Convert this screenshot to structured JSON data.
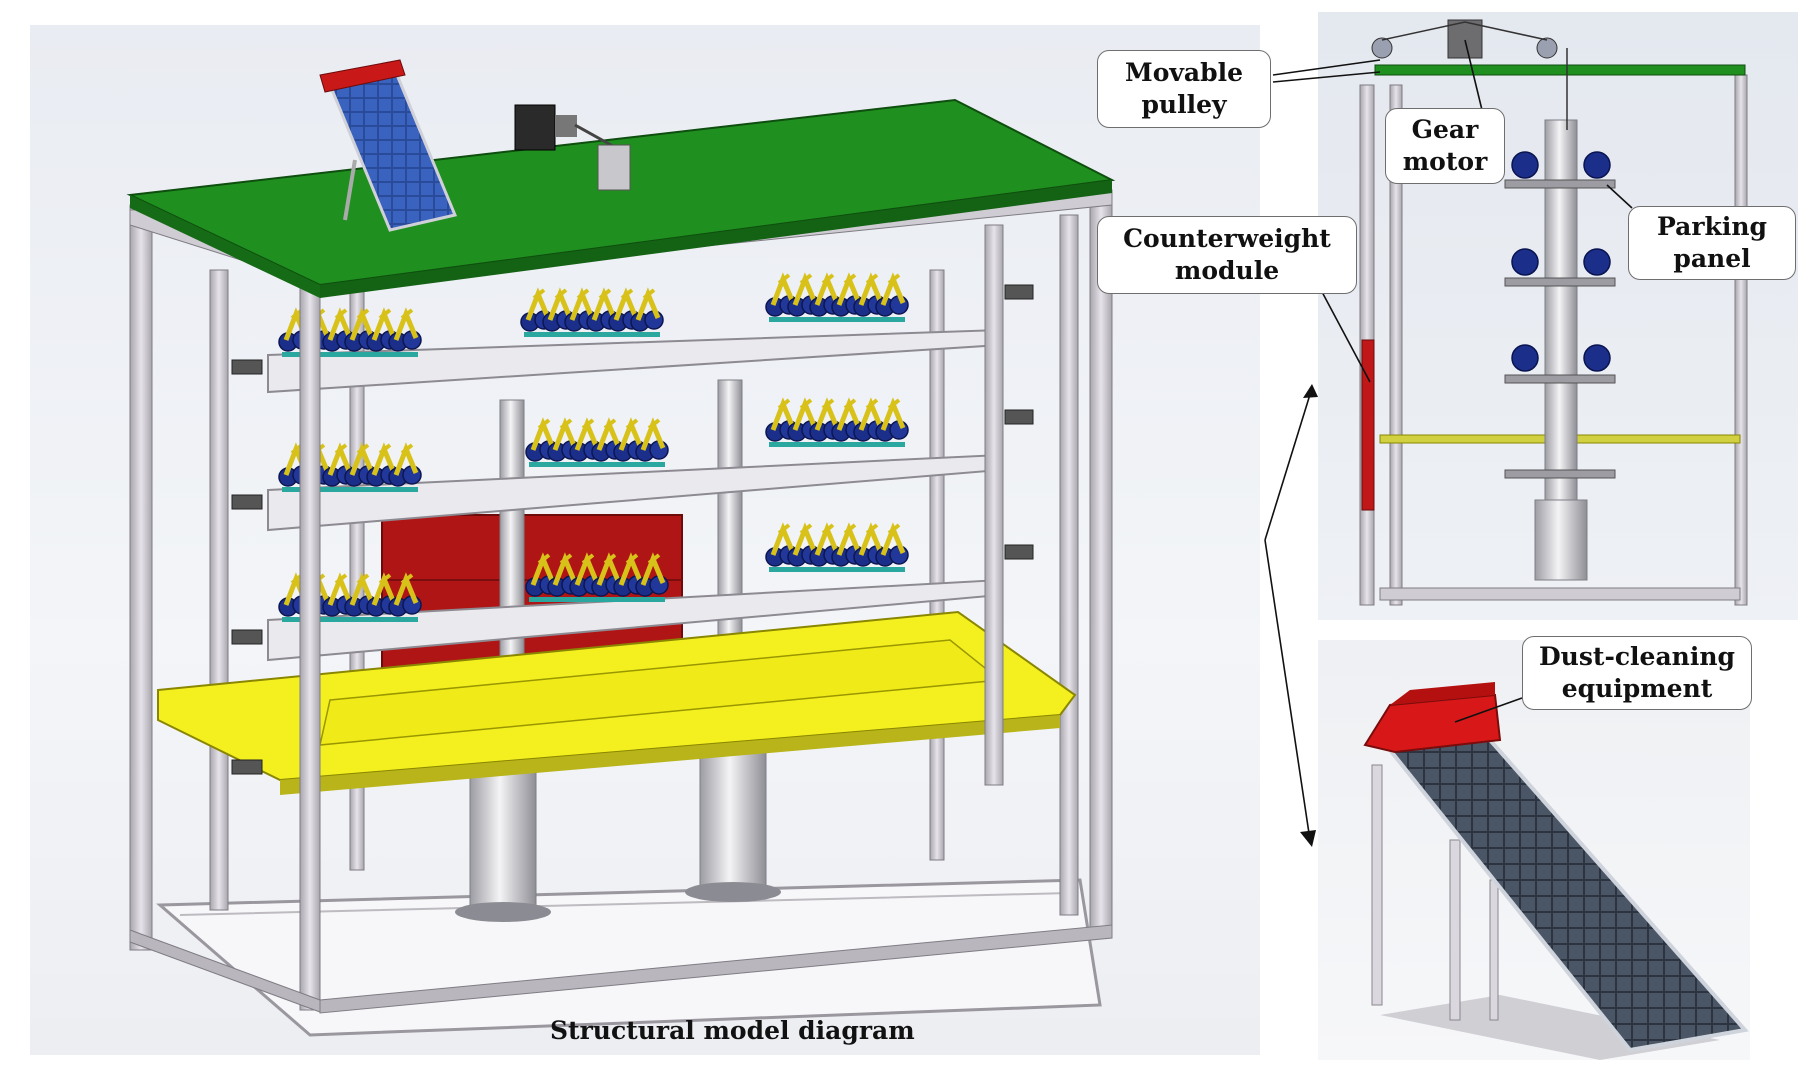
{
  "labels": {
    "movable_pulley": [
      "Movable",
      "pulley"
    ],
    "gear_motor": [
      "Gear",
      "motor"
    ],
    "counterweight_module": [
      "Counterweight",
      "module"
    ],
    "parking_panel": [
      "Parking",
      "panel"
    ],
    "dust_cleaning_equipment": [
      "Dust-cleaning",
      "equipment"
    ]
  },
  "caption": "Structural model diagram",
  "colors": {
    "roof_green": "#1f8f1f",
    "frame_gray": "#c9c6cc",
    "bike_blue": "#1b2f8a",
    "bike_yellow": "#d8c21a",
    "counterweight_red": "#c01818",
    "platform_yellow": "#f4f020",
    "solar_blue": "#2a4b9a",
    "cleaner_red": "#d81818"
  }
}
